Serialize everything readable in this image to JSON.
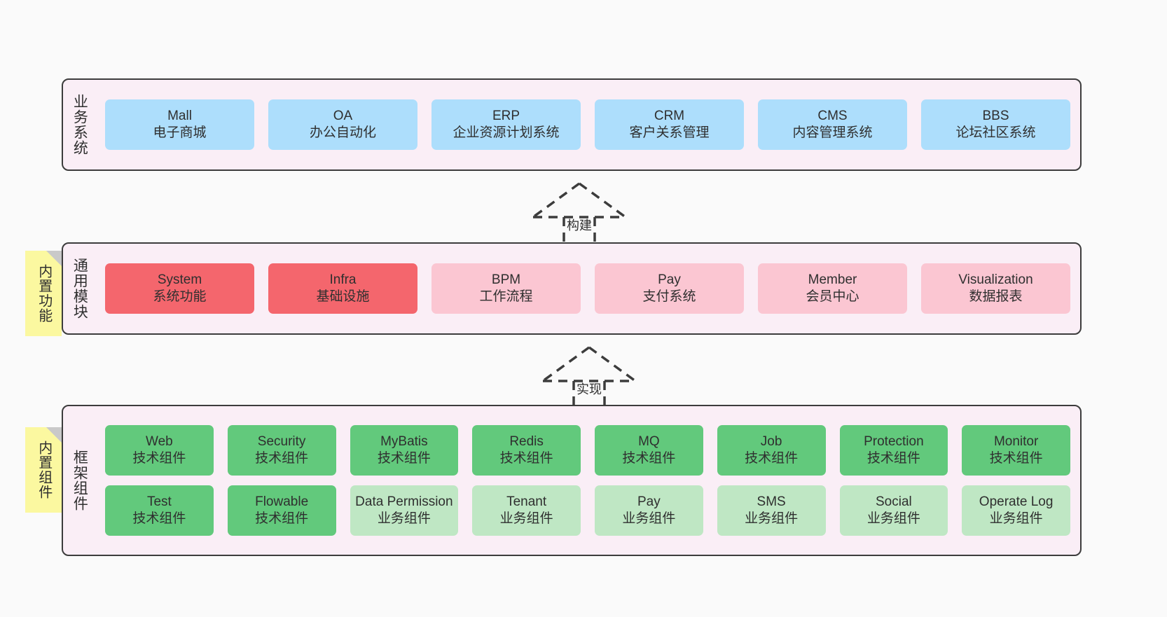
{
  "diagram": {
    "title_hidden": "",
    "colors": {
      "band_bg": "#faeef6",
      "band_border": "#3c3c3c",
      "blue": "#addefc",
      "red": "#f4666d",
      "pink": "#fbc6d2",
      "green": "#62c97c",
      "light_green": "#bfe7c4",
      "note_yellow": "#fbf8a0",
      "note_fold": "#c9c9c9",
      "canvas": "#fafafa"
    }
  },
  "layers": {
    "business": {
      "label": "业务系统",
      "cards": [
        {
          "title": "Mall",
          "subtitle": "电子商城"
        },
        {
          "title": "OA",
          "subtitle": "办公自动化"
        },
        {
          "title": "ERP",
          "subtitle": "企业资源计划系统"
        },
        {
          "title": "CRM",
          "subtitle": "客户关系管理"
        },
        {
          "title": "CMS",
          "subtitle": "内容管理系统"
        },
        {
          "title": "BBS",
          "subtitle": "论坛社区系统"
        }
      ]
    },
    "common": {
      "label": "通用模块",
      "note": "内置功能",
      "cards": [
        {
          "title": "System",
          "subtitle": "系统功能",
          "tone": "red"
        },
        {
          "title": "Infra",
          "subtitle": "基础设施",
          "tone": "red"
        },
        {
          "title": "BPM",
          "subtitle": "工作流程",
          "tone": "pink"
        },
        {
          "title": "Pay",
          "subtitle": "支付系统",
          "tone": "pink"
        },
        {
          "title": "Member",
          "subtitle": "会员中心",
          "tone": "pink"
        },
        {
          "title": "Visualization",
          "subtitle": "数据报表",
          "tone": "pink"
        }
      ]
    },
    "framework": {
      "label": "框架组件",
      "note": "内置组件",
      "row1": [
        {
          "title": "Web",
          "subtitle": "技术组件",
          "tone": "green"
        },
        {
          "title": "Security",
          "subtitle": "技术组件",
          "tone": "green"
        },
        {
          "title": "MyBatis",
          "subtitle": "技术组件",
          "tone": "green"
        },
        {
          "title": "Redis",
          "subtitle": "技术组件",
          "tone": "green"
        },
        {
          "title": "MQ",
          "subtitle": "技术组件",
          "tone": "green"
        },
        {
          "title": "Job",
          "subtitle": "技术组件",
          "tone": "green"
        },
        {
          "title": "Protection",
          "subtitle": "技术组件",
          "tone": "green"
        },
        {
          "title": "Monitor",
          "subtitle": "技术组件",
          "tone": "green"
        }
      ],
      "row2": [
        {
          "title": "Test",
          "subtitle": "技术组件",
          "tone": "green"
        },
        {
          "title": "Flowable",
          "subtitle": "技术组件",
          "tone": "green"
        },
        {
          "title": "Data Permission",
          "subtitle": "业务组件",
          "tone": "light_green"
        },
        {
          "title": "Tenant",
          "subtitle": "业务组件",
          "tone": "light_green"
        },
        {
          "title": "Pay",
          "subtitle": "业务组件",
          "tone": "light_green"
        },
        {
          "title": "SMS",
          "subtitle": "业务组件",
          "tone": "light_green"
        },
        {
          "title": "Social",
          "subtitle": "业务组件",
          "tone": "light_green"
        },
        {
          "title": "Operate Log",
          "subtitle": "业务组件",
          "tone": "light_green"
        }
      ]
    }
  },
  "connectors": [
    {
      "label": "构建"
    },
    {
      "label": "实现"
    }
  ]
}
